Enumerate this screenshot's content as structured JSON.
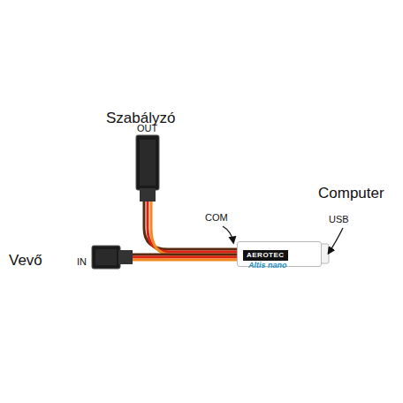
{
  "diagram": {
    "nodes": [
      {
        "text": [
          "AEROTEC",
          "Altis nano"
        ]
      }
    ],
    "labels": [
      "Szabályzó",
      "OUT",
      "COM",
      "Computer",
      "USB",
      "Vevő",
      "IN"
    ]
  }
}
